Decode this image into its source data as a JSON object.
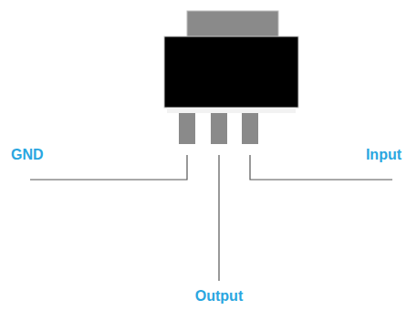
{
  "diagram": {
    "labels": [
      "GND",
      "Output",
      "Input"
    ]
  }
}
